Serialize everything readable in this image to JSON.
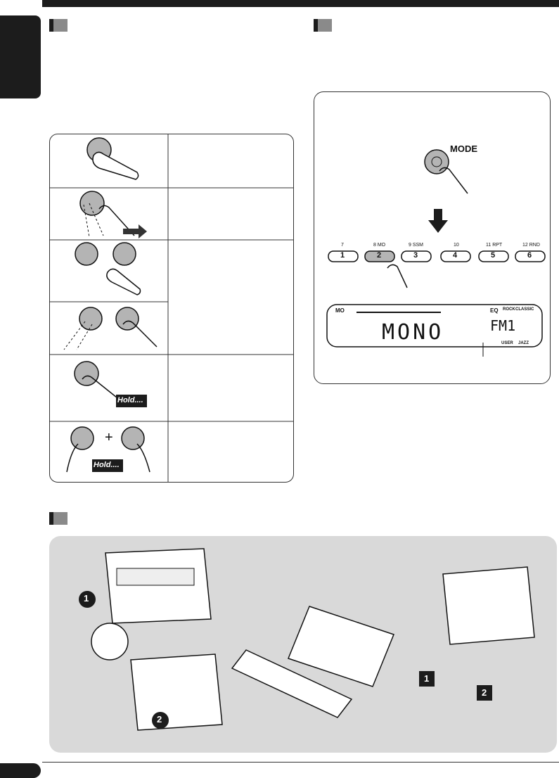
{
  "mode_panel": {
    "mode_label": "MODE",
    "buttons": [
      {
        "number": "1",
        "top_label": "7"
      },
      {
        "number": "2",
        "top_label": "8 MO"
      },
      {
        "number": "3",
        "top_label": "9 SSM"
      },
      {
        "number": "4",
        "top_label": "10"
      },
      {
        "number": "5",
        "top_label": "11 RPT"
      },
      {
        "number": "6",
        "top_label": "12 RND"
      }
    ],
    "display": {
      "indicator_mo": "MO",
      "main_text": "MONO",
      "band": "FM1",
      "eq_label": "EQ",
      "arc_labels": [
        "ROCK",
        "CLASSIC",
        "USER",
        "JAZZ"
      ]
    }
  },
  "operation_table": {
    "hold_label_1": "Hold....",
    "hold_label_2": "Hold....",
    "plus_sign": "+"
  },
  "detach_panel": {
    "step_badges": [
      "1",
      "2",
      "1",
      "2"
    ]
  },
  "colors": {
    "dark": "#1c1c1c",
    "panel_grey": "#d9d9d9",
    "button_grey": "#b4b4b4"
  }
}
